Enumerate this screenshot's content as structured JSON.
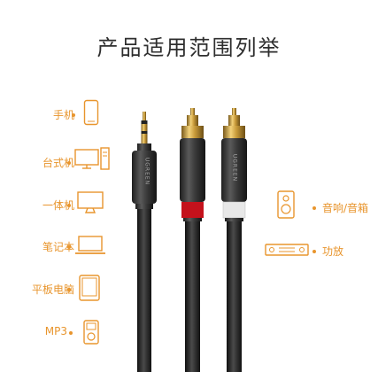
{
  "title": "产品适用范围列举",
  "accent_color": "#e8952d",
  "left_devices": [
    {
      "label": "手机",
      "icon": "phone-icon"
    },
    {
      "label": "台式机",
      "icon": "desktop-icon"
    },
    {
      "label": "一体机",
      "icon": "all-in-one-icon"
    },
    {
      "label": "笔记本",
      "icon": "laptop-icon"
    },
    {
      "label": "平板电脑",
      "icon": "tablet-icon"
    },
    {
      "label": "MP3",
      "icon": "mp3-icon"
    }
  ],
  "right_devices": [
    {
      "label": "音响/音箱",
      "icon": "speaker-icon"
    },
    {
      "label": "功放",
      "icon": "amplifier-icon"
    }
  ],
  "cable_brand": "UGREEN"
}
